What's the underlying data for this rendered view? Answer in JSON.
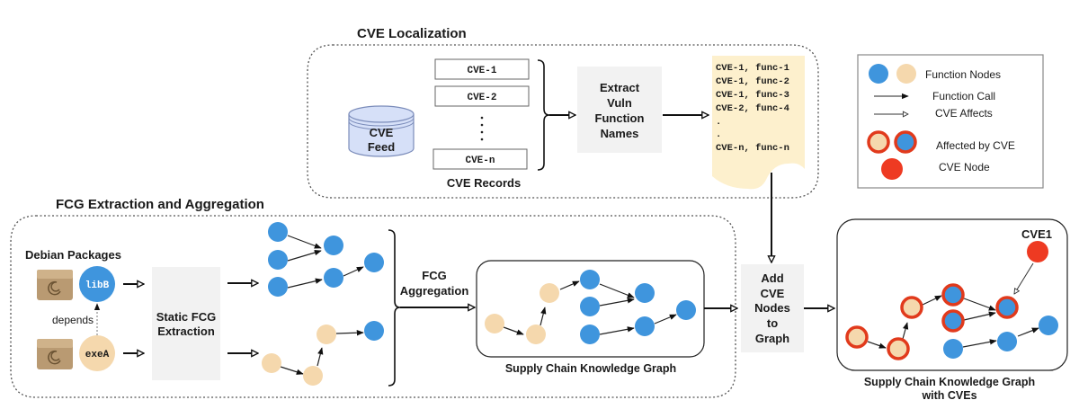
{
  "sections": {
    "cve_localization": {
      "title": "CVE Localization"
    },
    "fcg_extraction": {
      "title": "FCG Extraction and Aggregation"
    }
  },
  "cve_feed": {
    "line1": "CVE",
    "line2": "Feed"
  },
  "cve_records": {
    "items": [
      "CVE-1",
      "CVE-2",
      "CVE-n"
    ],
    "ellipsis": ".",
    "label": "CVE Records"
  },
  "extract_step": {
    "lines": [
      "Extract",
      "Vuln",
      "Function",
      "Names"
    ]
  },
  "vuln_list": {
    "lines": [
      "CVE-1, func-1",
      "CVE-1, func-2",
      "CVE-1, func-3",
      "CVE-2, func-4",
      ".",
      ".",
      "CVE-n, func-n"
    ],
    "color": "#fdf0cd"
  },
  "legend": {
    "items": [
      {
        "label": "Function Nodes"
      },
      {
        "label": "Function Call"
      },
      {
        "label": "CVE Affects"
      },
      {
        "label": "Affected by CVE"
      },
      {
        "label": "CVE Node"
      }
    ]
  },
  "debian": {
    "title": "Debian Packages",
    "pkg_lib": "libB",
    "pkg_exe": "exeA",
    "depends_label": "depends"
  },
  "static_step": {
    "lines": [
      "Static FCG",
      "Extraction"
    ]
  },
  "aggregation": {
    "lines": [
      "FCG",
      "Aggregation"
    ]
  },
  "kg": {
    "label": "Supply Chain Knowledge Graph"
  },
  "add_cve_step": {
    "lines": [
      "Add",
      "CVE",
      "Nodes",
      "to",
      "Graph"
    ]
  },
  "kg_cve": {
    "label_line1": "Supply Chain Knowledge Graph",
    "label_line2": "with CVEs",
    "cve_node": "CVE1"
  },
  "colors": {
    "function_blue": "#3f95dd",
    "function_tan": "#f5d8ad",
    "cve_red": "#ee3a22",
    "step_gray": "#f2f2f2"
  }
}
